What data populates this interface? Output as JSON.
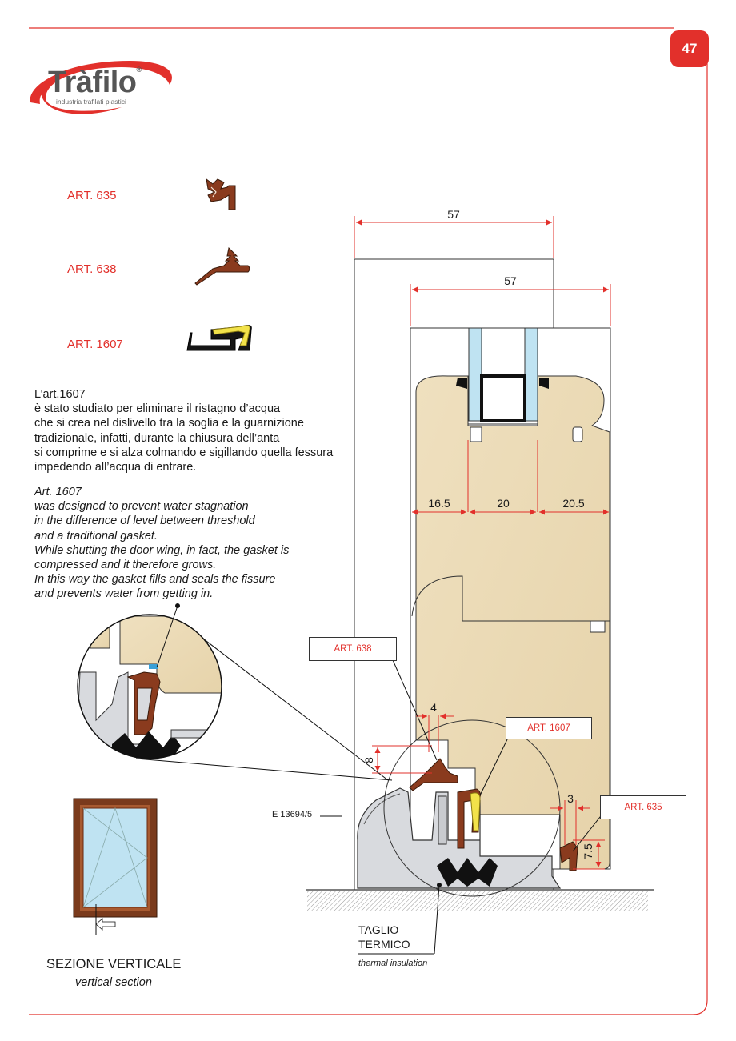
{
  "brand": {
    "name": "Tràfilo",
    "tagline": "industria trafilati plastici",
    "mark": "®"
  },
  "page_number": "47",
  "articles": [
    {
      "label": "ART. 635"
    },
    {
      "label": "ART. 638"
    },
    {
      "label": "ART. 1607"
    }
  ],
  "description_it": [
    "L’art.1607",
    "è stato studiato per eliminare il ristagno d’acqua",
    "che si crea nel dislivello tra la soglia e la guarnizione",
    "tradizionale, infatti, durante la chiusura dell’anta",
    "si comprime e si alza colmando e sigillando quella fessura",
    "impedendo all’acqua di entrare."
  ],
  "description_en": [
    "Art. 1607",
    "was designed to prevent water stagnation",
    "in the difference of level between threshold",
    "and a traditional gasket.",
    "While shutting the door wing, in fact, the gasket is",
    "compressed and it therefore grows.",
    "In this way the gasket fills and seals the fissure",
    "and prevents water from getting in."
  ],
  "dimensions": {
    "outer_width": "57",
    "sash_width": "57",
    "seg_a": "16.5",
    "seg_b": "20",
    "seg_c": "20.5",
    "gap_w": "4",
    "gap_h": "8",
    "small_w": "3",
    "small_h": "7.5"
  },
  "callouts": {
    "art638": "ART. 638",
    "art1607": "ART. 1607",
    "art635": "ART. 635",
    "profile_code": "E 13694/5"
  },
  "thermal": {
    "line1": "TAGLIO",
    "line2": "TERMICO",
    "en": "thermal insulation"
  },
  "section": {
    "title": "SEZIONE VERTICALE",
    "subtitle": "vertical section"
  },
  "colors": {
    "accent": "#e2302b",
    "gasket_brown": "#8a3b1e",
    "gasket_yellow": "#f2e24a",
    "wood": "#ecdcb8",
    "frame_brown": "#7a3a1c",
    "glass": "#bfe3f2"
  }
}
